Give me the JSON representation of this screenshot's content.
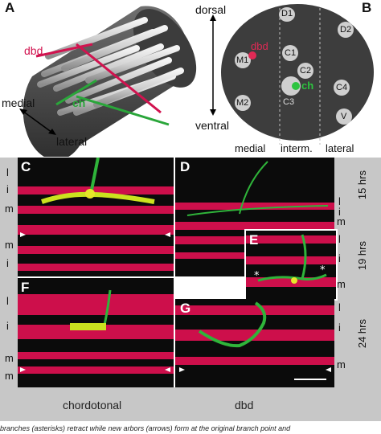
{
  "panelA": {
    "letter": "A",
    "dbd": "dbd",
    "ch": "ch",
    "medial": "medial",
    "lateral": "lateral"
  },
  "panelB": {
    "letter": "B",
    "dorsal": "dorsal",
    "ventral": "ventral",
    "dbd": "dbd",
    "ch": "ch",
    "cells": [
      "D1",
      "D2",
      "C1",
      "C2",
      "M1",
      "C3",
      "C4",
      "M2",
      "V"
    ],
    "medial": "medial",
    "interm": "interm.",
    "lateral": "lateral"
  },
  "panels": {
    "C": "C",
    "D": "D",
    "E": "E",
    "F": "F",
    "G": "G"
  },
  "lanes": {
    "l": "l",
    "i": "i",
    "m": "m"
  },
  "times": [
    "15 hrs",
    "19 hrs",
    "24 hrs"
  ],
  "bottom": {
    "chordotonal": "chordotonal",
    "dbd": "dbd"
  },
  "caption": "branches (asterisks) retract while new arbors (arrows) form at the original branch point and"
}
